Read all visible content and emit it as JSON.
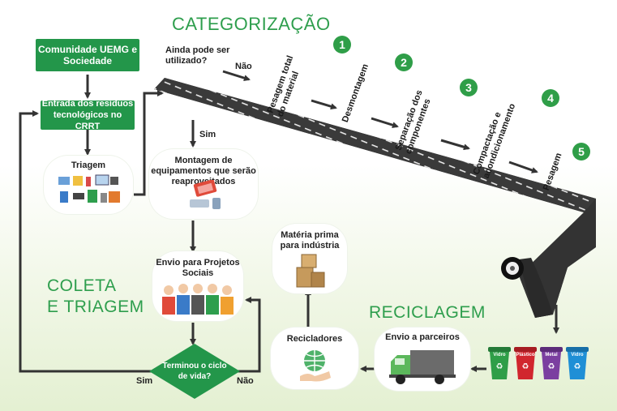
{
  "titles": {
    "categorizacao": "CATEGORIZAÇÃO",
    "coleta": "COLETA\nE TRIAGEM",
    "reciclagem": "RECICLAGEM"
  },
  "boxes": {
    "comunidade": "Comunidade UEMG e Sociedade",
    "entrada": "Entrada dos resíduos tecnológicos no CRRT"
  },
  "nodes": {
    "triagem": "Triagem",
    "montagem": "Montagem de equipamentos que serão reaproveitados",
    "envio_projetos": "Envio para Projetos Sociais",
    "terminou": "Terminou o ciclo de vida?",
    "materia_prima": "Matéria prima para indústria",
    "recicladores": "Recicladores",
    "envio_parceiros": "Envio a parceiros",
    "ainda_pode": "Ainda pode ser utilizado?"
  },
  "edge_labels": {
    "nao_top": "Não",
    "sim_montagem": "Sim",
    "sim_left": "Sim",
    "nao_right": "Não"
  },
  "steps": [
    {
      "number": "1",
      "label": "Pesagem total do material"
    },
    {
      "number": "2",
      "label": "Desmontagem"
    },
    {
      "number": "3",
      "label": "Separação dos componentes"
    },
    {
      "number": "4",
      "label": "Compactação e acondicionamento"
    },
    {
      "number": "5",
      "label": "Pesagem"
    }
  ],
  "bins": [
    "Vidro",
    "Plástico",
    "Metal",
    "Vidro"
  ],
  "colors": {
    "green": "#23964a",
    "title_green": "#2e9e4d",
    "belt": "#3a3a3a",
    "bin_green": "#2f9e48",
    "bin_red": "#d1262e",
    "bin_purple": "#7b3fa0",
    "bin_blue": "#1f8fd6"
  }
}
